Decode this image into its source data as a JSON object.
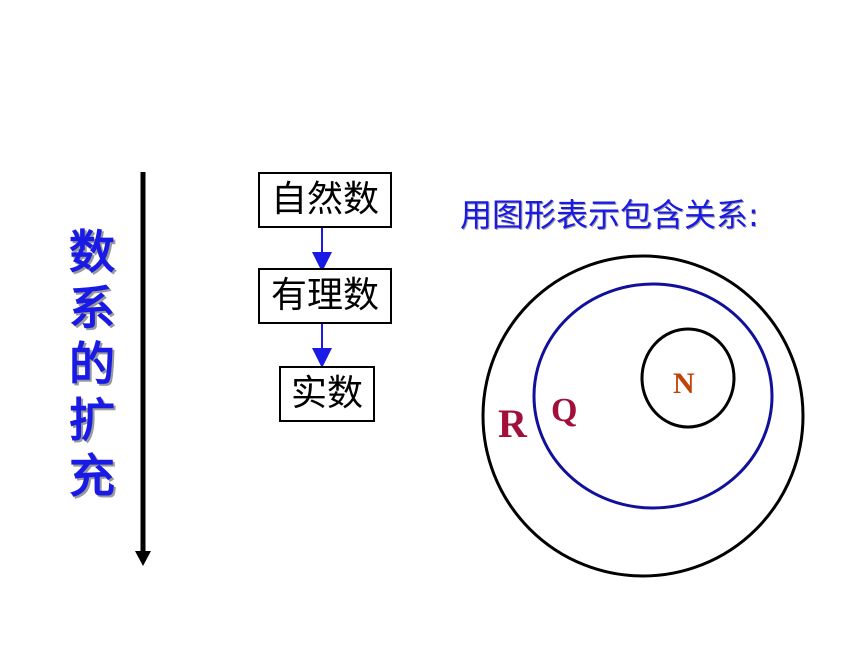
{
  "vertical_title": [
    "数",
    "系",
    "的",
    "扩",
    "充"
  ],
  "flow": {
    "box1": "自然数",
    "box2": "有理数",
    "box3": "实数"
  },
  "subtitle": "用图形表示包含关系:",
  "sets": {
    "outer_label": "R",
    "middle_label": "Q",
    "inner_label": "N"
  },
  "colors": {
    "title_blue": "#1a1ae6",
    "circle_blue": "#10109a",
    "label_red": "#a0103a",
    "label_orange": "#c0440a"
  }
}
